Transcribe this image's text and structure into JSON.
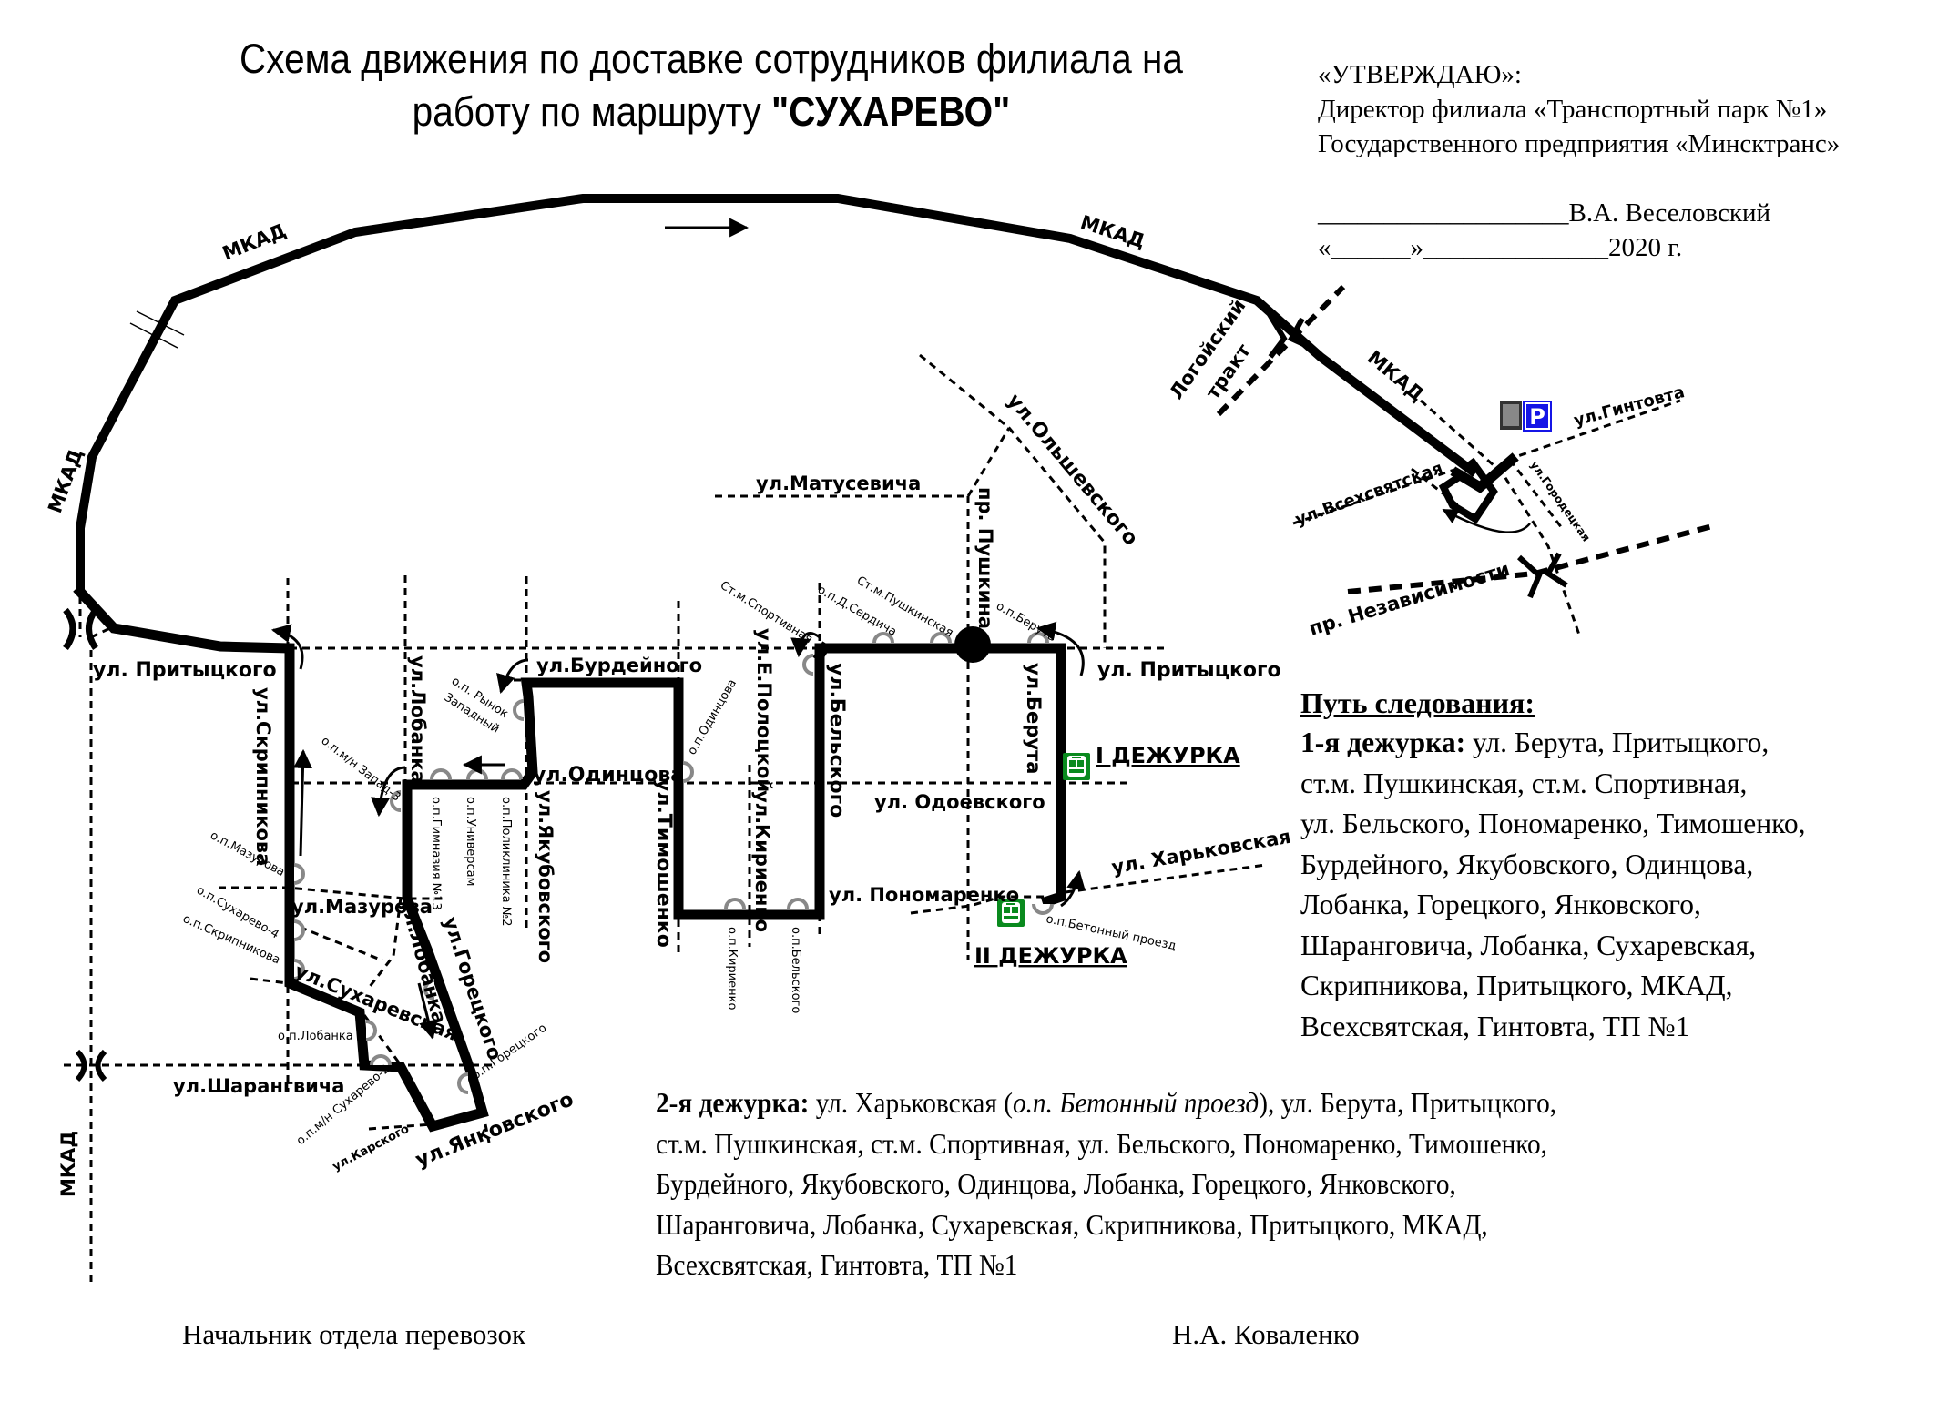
{
  "header": {
    "title_line1": "Схема движения по доставке сотрудников  филиала на",
    "title_line2_prefix": "работу по маршруту ",
    "title_route_name": "\"СУХАРЕВО\""
  },
  "approval": {
    "line1": "«УТВЕРЖДАЮ»:",
    "line2": "Директор филиала «Транспортный парк №1»",
    "line3": "Государственного предприятия «Минсктранс»",
    "signature_line": "___________________В.А. Веселовский",
    "date_line": "«______»______________2020 г."
  },
  "map": {
    "streets": {
      "mkad_top_left": "МКАД",
      "mkad_top_right": "МКАД",
      "mkad_left": "МКАД",
      "mkad_right": "МКАД",
      "mkad_bottom_left": "МКАД",
      "logoisk_1": "Логойский",
      "logoisk_2": "тракт",
      "pritytskogo_left": "ул. Притыцкого",
      "pritytskogo_right": "ул. Притыцкого",
      "skripnikova": "ул.Скрипникова",
      "lobanka": "ул.Лобанка",
      "lobanka_2": "ул.Лобанка",
      "burdeynogo": "ул.Бурдейного",
      "odintsova": "ул.Одинцова",
      "yakubovskogo": "ул.Якубовского",
      "timoshenko": "ул.Тимошенко",
      "polotskoy": "ул.Е.Полоцкой",
      "kirienko": "ул.Кириенко",
      "belskogo": "ул.Бельского",
      "odoevskogo": "ул. Одоевского",
      "ponomarenko": "ул. Пономаренко",
      "matusevicha": "ул.Матусевича",
      "olshevskogo": "ул.Ольшевского",
      "pushkina": "пр. Пушкина",
      "beruta": "ул.Берута",
      "kharkovskaya": "ул. Харьковская",
      "mazurova": "ул.Мазурова",
      "sukharevskaya": "ул.Сухаревская",
      "goretskogo": "ул.Горецкого",
      "sharangovicha": "ул.Шарангвича",
      "yankovskogo": "ул.Янковского",
      "karskogo": "ул.Карского",
      "vsekhsvyatskaya": "ул.Всехсвятская",
      "gintovta": "ул.Гинтовта",
      "gorodetskaya": "ул.Городецкая",
      "nezavisimosti": "пр. Независимости"
    },
    "stops": {
      "zapad3": "о.п.м/н Запад-3",
      "rynok_1": "о.п. Рынок",
      "rynok_2": "Западный",
      "gimnaziya": "о.п.Гимназия №13",
      "universam": "о.п.Универсам",
      "poliklinika": "о.п.Поликлиника №2",
      "odintsova": "о.п.Одинцова",
      "sportivnaya": "Ст.м.Спортивная",
      "serdicha": "о.п.Д.Сердича",
      "pushkinskaya": "Ст.м.Пушкинская",
      "beruta": "о.п.Берута",
      "kirienko": "о.п.Кириенко",
      "belskogo": "о.п.Бельского",
      "betonny": "о.п.Бетонный проезд",
      "mazurova": "о.п.Мазурова",
      "sukharevo4": "о.п.Сухарево-4",
      "skripnikova": "о.п.Скрипникова",
      "lobanka": "о.п.Лобанка",
      "sukharevo2": "о.п.м/н Сухарево-2",
      "goretskogo": "о.п.Горецкого"
    },
    "duty_1": "I ДЕЖУРКА",
    "duty_2": "II ДЕЖУРКА",
    "icons": {
      "bus_color": "#0a8a1e",
      "parking_color": "#1515e6",
      "parking_letter": "P"
    }
  },
  "route_description": {
    "heading": "Путь следования:",
    "duty1_label": "1-я дежурка:",
    "duty1_lines": [
      " ул. Берута, Притыцкого,",
      "ст.м. Пушкинская, ст.м. Спортивная,",
      "ул. Бельского, Пономаренко, Тимошенко,",
      "Бурдейного,  Якубовского, Одинцова,",
      "Лобанка, Горецкого,  Янковского,",
      "Шаранговича, Лобанка, Сухаревская,",
      "Скрипникова, Притыцкого, МКАД,",
      "Всехсвятская, Гинтовта, ТП №1"
    ],
    "duty2_label": "2-я дежурка:",
    "duty2_first_pre": " ул. Харьковская (",
    "duty2_first_italic": "о.п. Бетонный проезд",
    "duty2_first_post": "), ул. Берута, Притыцкого,",
    "duty2_lines": [
      "ст.м. Пушкинская, ст.м. Спортивная, ул. Бельского, Пономаренко, Тимошенко,",
      "Бурдейного,  Якубовского, Одинцова, Лобанка, Горецкого,  Янковского,",
      "Шаранговича, Лобанка, Сухаревская, Скрипникова, Притыцкого, МКАД,",
      "Всехсвятская, Гинтовта, ТП №1"
    ]
  },
  "footer": {
    "position": "Начальник отдела перевозок",
    "name": "Н.А. Коваленко"
  }
}
